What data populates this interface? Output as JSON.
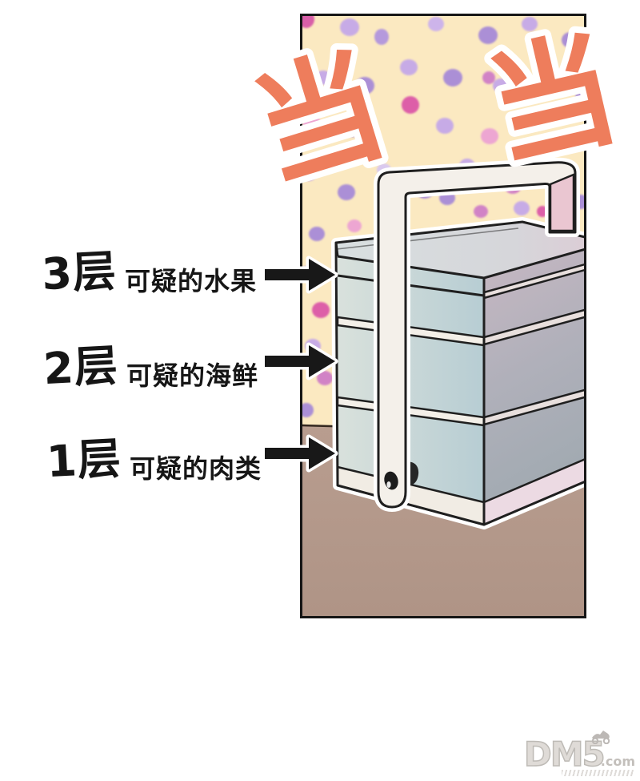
{
  "comic": {
    "sfx": {
      "clang_left": "当",
      "clang_right": "当"
    },
    "annotations": [
      {
        "tier_label": "3层",
        "description": "可疑的水果"
      },
      {
        "tier_label": "2层",
        "description": "可疑的海鲜"
      },
      {
        "tier_label": "1层",
        "description": "可疑的肉类"
      }
    ]
  },
  "colors": {
    "sfx_text": "#ee7d5c",
    "wallpaper": "#fbe9c1",
    "floor": "#b59b8c",
    "outline": "#1f1f1f",
    "box_front": "#c9d7d7",
    "box_side": "#b0b0ba",
    "handle": "#f4f0ea",
    "handle_side": "#eac6d1"
  },
  "watermark": {
    "brand": "DM5",
    "suffix": ".com"
  }
}
